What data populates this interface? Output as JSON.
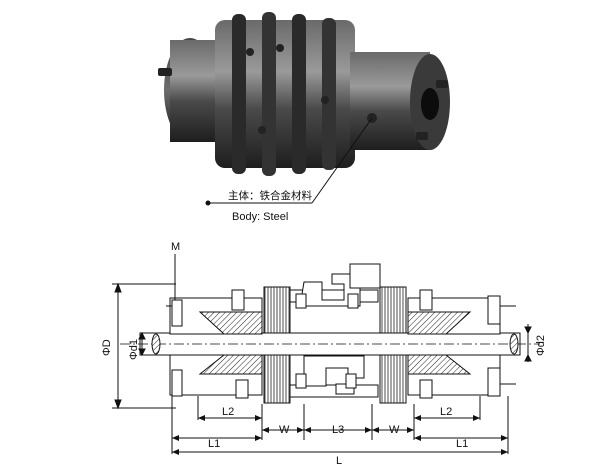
{
  "product_caption": {
    "chinese": "主体：铁合金材料",
    "english": "Body: Steel"
  },
  "dimension_labels": {
    "M": "M",
    "D": "ΦD",
    "d1": "Φd1",
    "d2": "Φd2",
    "L1_left": "L1",
    "L2_left": "L2",
    "W_left": "W",
    "L3": "L3",
    "W_right": "W",
    "L2_right": "L2",
    "L1_right": "L1",
    "L": "L"
  }
}
